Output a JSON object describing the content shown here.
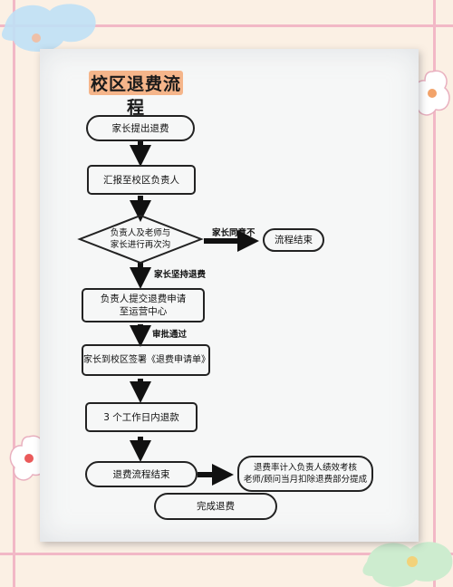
{
  "title": "校区退费流程",
  "nodes": {
    "start": "家长提出退费",
    "report": "汇报至校区负责人",
    "decision": "负责人及老师与\n家长进行再次沟",
    "flow_end_right": "流程结束",
    "submit": "负责人提交退费申请\n至运营中心",
    "sign": "家长到校区签署《退费申请单》",
    "refund": "3 个工作日内退款",
    "end": "退费流程结束",
    "kpi": "退费率计入负责人绩效考核\n老师/顾问当月扣除退费部分提成",
    "done": "完成退费"
  },
  "edge_labels": {
    "disagree": "家长同意不",
    "insist": "家长坚持退费",
    "approved": "审批通过"
  }
}
